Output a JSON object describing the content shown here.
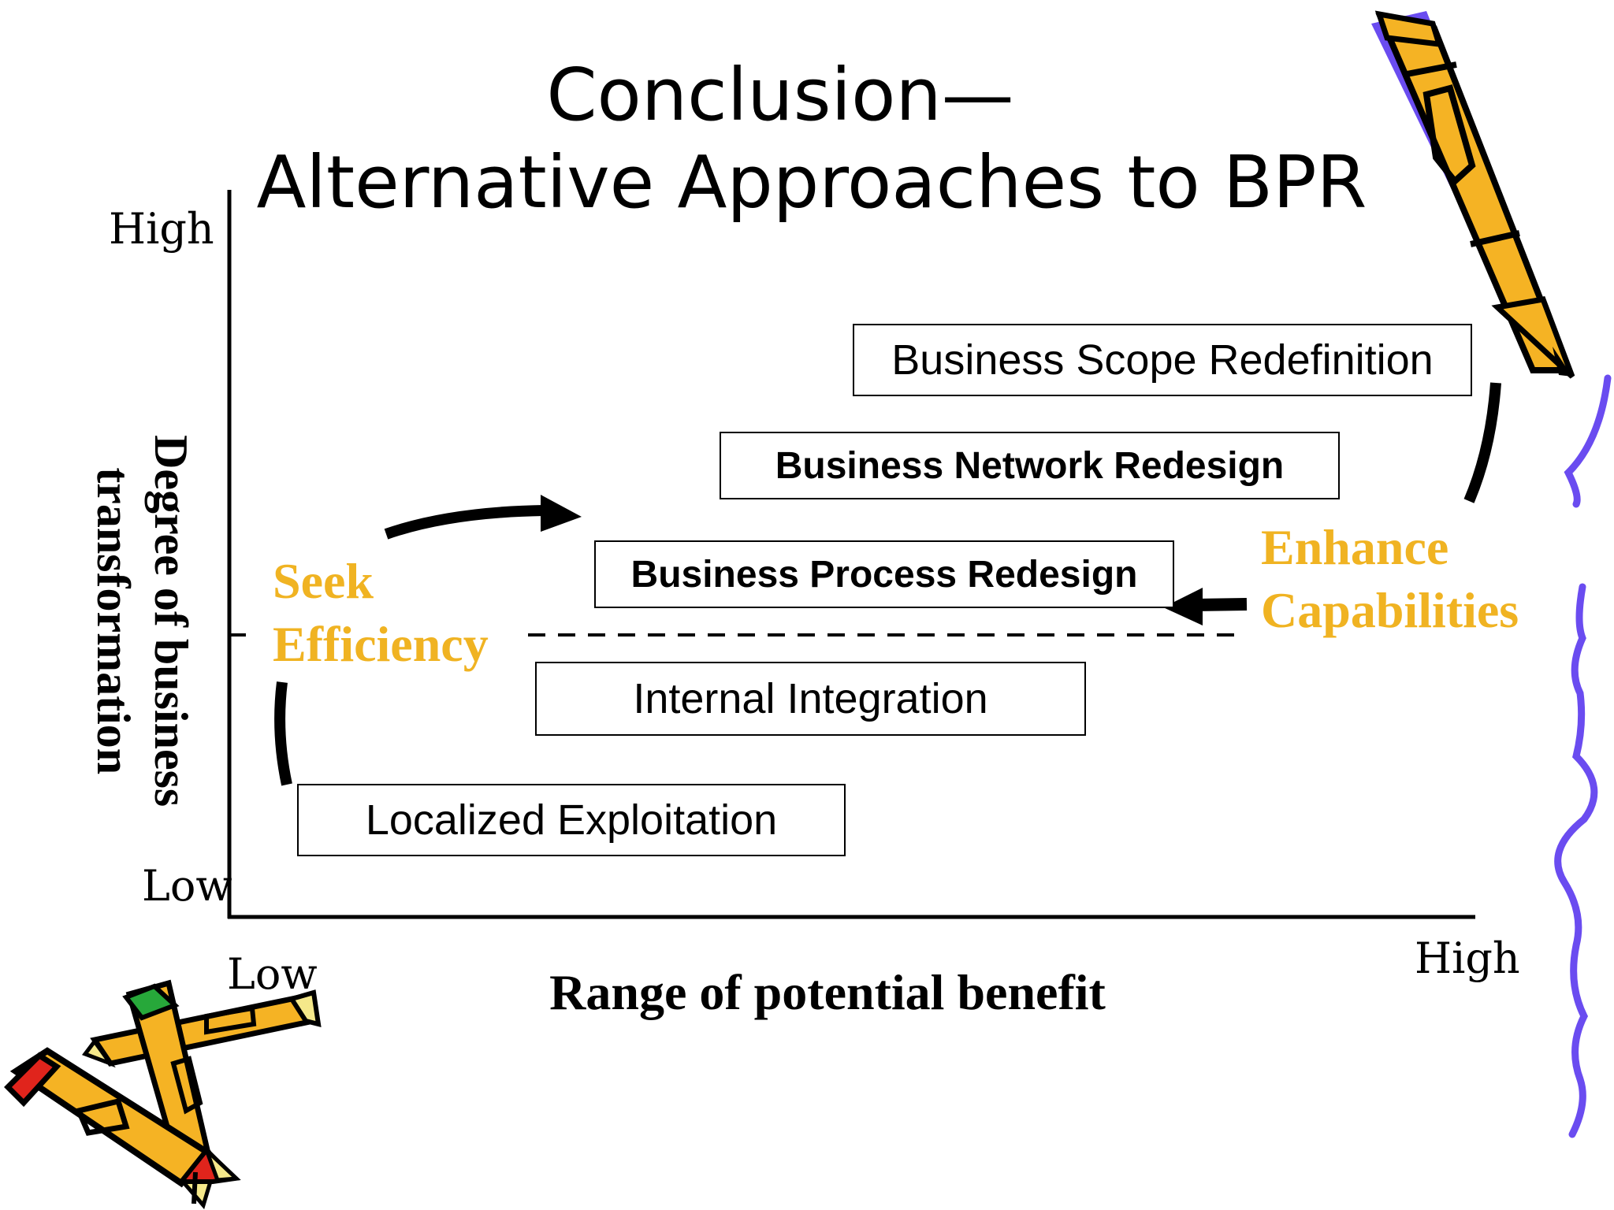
{
  "title": {
    "line1": "Conclusion—",
    "line2": "Alternative Approaches to BPR"
  },
  "axes": {
    "y_label": "Degree of business transformation",
    "x_label": "Range of potential benefit",
    "y_high": "High",
    "y_low": "Low",
    "x_low": "Low",
    "x_high": "High"
  },
  "boxes": [
    {
      "label": "Business Scope Redefinition",
      "bold": false
    },
    {
      "label": "Business Network Redesign",
      "bold": true
    },
    {
      "label": "Business Process Redesign",
      "bold": true
    },
    {
      "label": "Internal Integration",
      "bold": false
    },
    {
      "label": "Localized Exploitation",
      "bold": false
    }
  ],
  "annotations": {
    "seek_efficiency": "Seek Efficiency",
    "enhance_capabilities": "Enhance Capabilities"
  },
  "colors": {
    "accent_orange": "#f0b322",
    "pencil_yellow": "#f5b324",
    "pencil_purple": "#6a4cf0",
    "squiggle_purple": "#6a4cf0"
  },
  "icons": [
    "pencil-icon",
    "crossed-pencils-icon",
    "purple-squiggle-line"
  ]
}
